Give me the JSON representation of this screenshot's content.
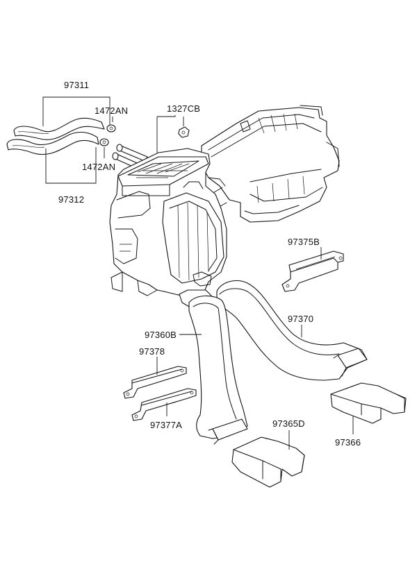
{
  "diagram": {
    "labels": {
      "hose_upper": "97311",
      "clamp_upper": "1472AN",
      "nut": "1327CB",
      "clamp_lower": "1472AN",
      "hose_lower": "97312",
      "bracket_right": "97375B",
      "duct_right": "97370",
      "duct_center": "97360B",
      "bracket_upper_left": "97378",
      "bracket_lower_left": "97377A",
      "vent_center": "97365D",
      "vent_right": "97366"
    }
  }
}
